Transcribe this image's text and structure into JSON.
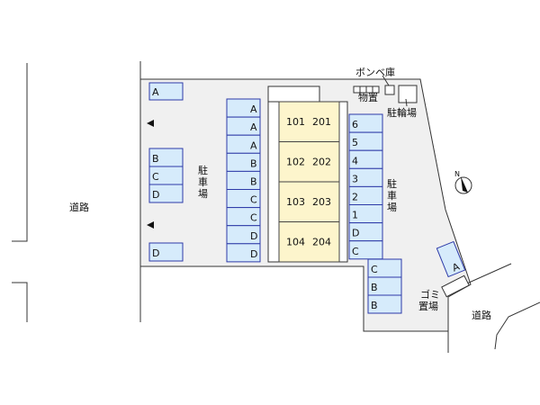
{
  "colors": {
    "lot": "#f0f0f0",
    "slot_fill": "#d6ebfb",
    "slot_border": "#2d3aa8",
    "building": "#fdf5cc"
  },
  "labels": {
    "road_left": "道路",
    "road_right": "道路",
    "parking_left": [
      "駐",
      "車",
      "場"
    ],
    "parking_right": [
      "駐",
      "車",
      "場"
    ],
    "gas_storage": "ボンベ庫",
    "storage": "物置",
    "bicycle_parking": "駐輪場",
    "garbage": [
      "ゴミ",
      "置場"
    ],
    "north": "N"
  },
  "units": [
    {
      "a": "101",
      "b": "201"
    },
    {
      "a": "102",
      "b": "202"
    },
    {
      "a": "103",
      "b": "203"
    },
    {
      "a": "104",
      "b": "204"
    }
  ],
  "slots": {
    "left_top": [
      "A"
    ],
    "left_mid": [
      "B",
      "C",
      "D"
    ],
    "left_bottom": [
      "D"
    ],
    "center_column": [
      "A",
      "A",
      "A",
      "B",
      "B",
      "C",
      "C",
      "D",
      "D"
    ],
    "right_column": [
      "6",
      "5",
      "4",
      "3",
      "2",
      "1",
      "D",
      "C"
    ],
    "lower_right": [
      "C",
      "B",
      "B"
    ],
    "corner": [
      "A"
    ]
  },
  "icons": {
    "arrow": "triangle-left",
    "compass": "north-arrow"
  }
}
